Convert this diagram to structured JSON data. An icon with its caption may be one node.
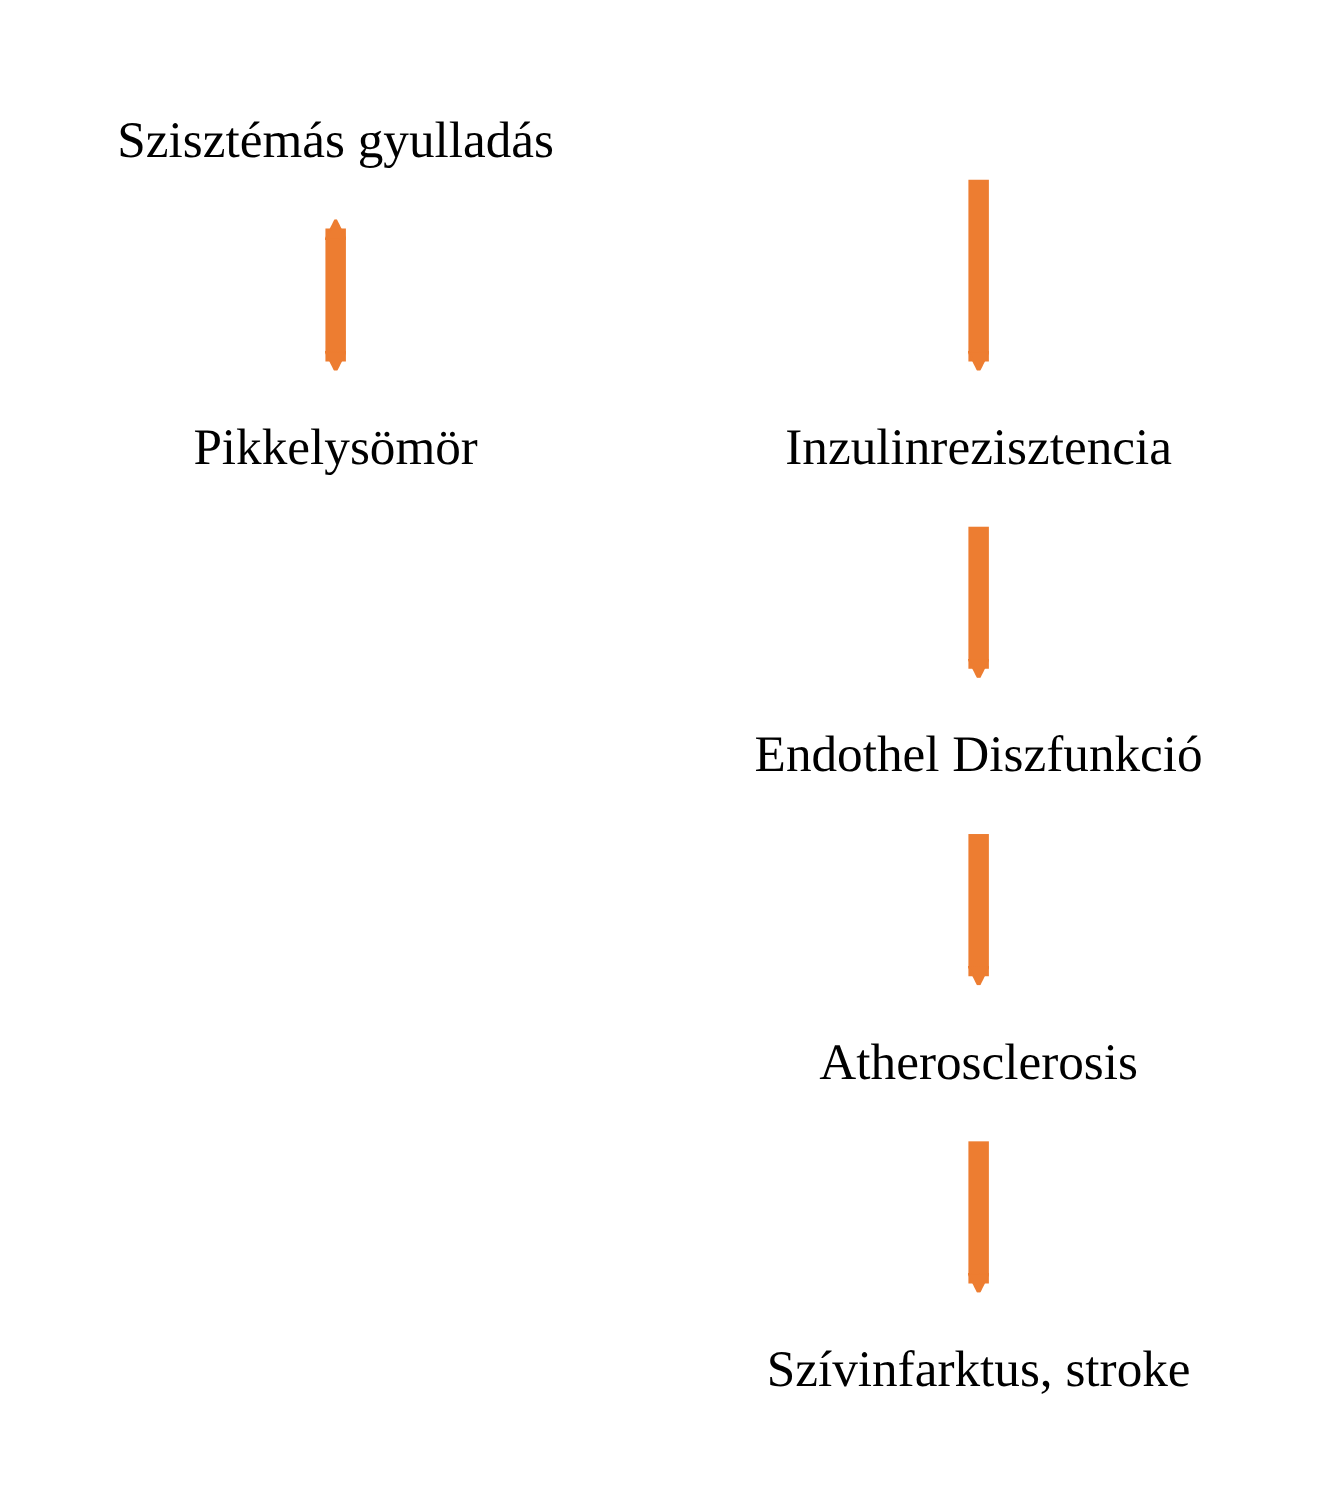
{
  "diagram": {
    "nodes": [
      {
        "text": [
          "Szisztémás gyulladás"
        ]
      },
      {
        "text": [
          "Pikkelysömör"
        ]
      },
      {
        "text": [
          "Inzulinrezisztencia"
        ]
      },
      {
        "text": [
          "Endothel Diszfunkció"
        ]
      },
      {
        "text": [
          "Atherosclerosis"
        ]
      },
      {
        "text": [
          "Szívinfarktus, stroke"
        ]
      }
    ],
    "edges": [
      {
        "from": 0,
        "to": 1,
        "arrow": "both"
      },
      {
        "from": null,
        "to": 2,
        "arrow": "to"
      },
      {
        "from": 2,
        "to": 3,
        "arrow": "to"
      },
      {
        "from": 3,
        "to": 4,
        "arrow": "to"
      },
      {
        "from": 4,
        "to": 5,
        "arrow": "to"
      }
    ]
  }
}
